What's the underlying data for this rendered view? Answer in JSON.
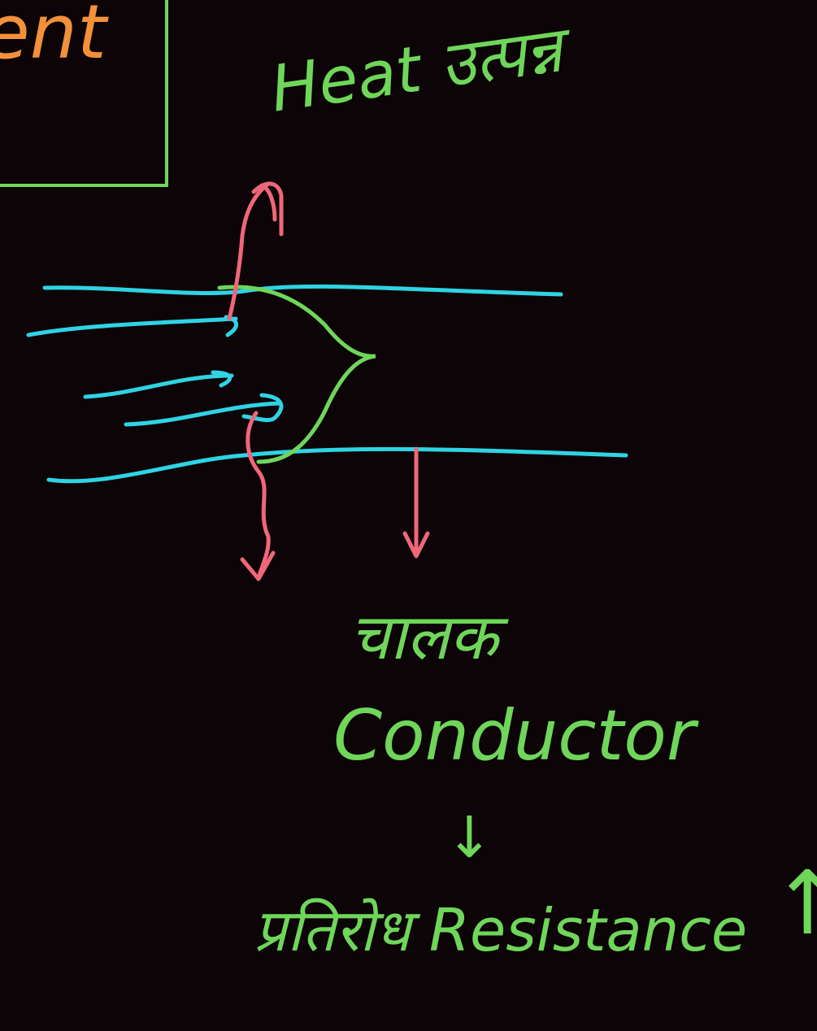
{
  "board": {
    "background": "#0c0406",
    "colors": {
      "green": "#6fd65a",
      "cyan": "#2fd3e4",
      "pink": "#f0667a",
      "orange": "#f2913a"
    }
  },
  "texts": {
    "corner_fragment": "ent",
    "heat_label": "Heat उत्पन्न",
    "hindi_conductor": "चालक",
    "conductor": "Conductor",
    "down_arrow": "↓",
    "resistance": "प्रतिरोध Resistance",
    "up_arrow": "↑"
  }
}
